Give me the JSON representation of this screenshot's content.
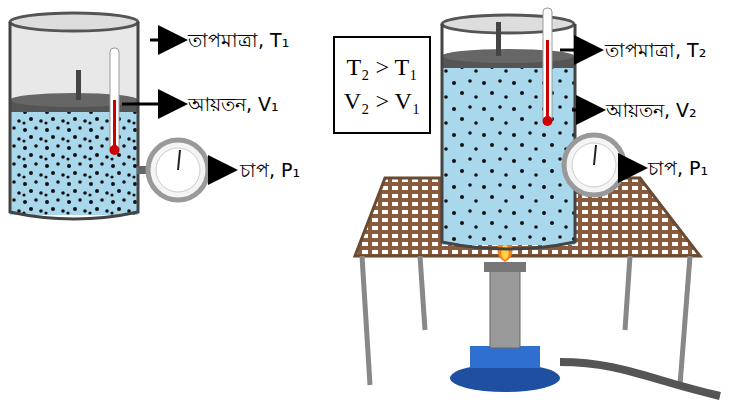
{
  "diagram": {
    "nodes": [
      {
        "text": [
          "T₂ > T₁",
          "V₂ > V₁"
        ]
      }
    ],
    "labels": [
      "তাপমাত্রা, T₁",
      "আয়তন, V₁",
      "চাপ, P₁",
      "তাপমাত্রা, T₂",
      "আয়তন, V₂",
      "চাপ, P₁"
    ]
  }
}
